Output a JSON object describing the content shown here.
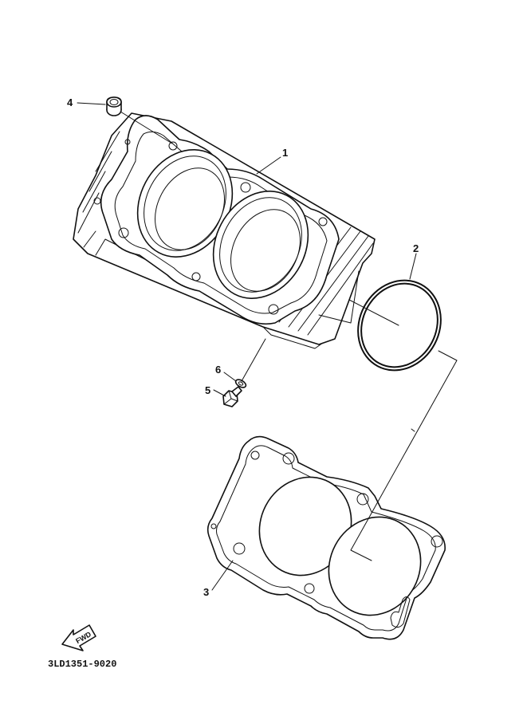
{
  "callouts": [
    {
      "id": "1",
      "label": "1"
    },
    {
      "id": "2",
      "label": "2"
    },
    {
      "id": "3",
      "label": "3"
    },
    {
      "id": "4",
      "label": "4"
    },
    {
      "id": "5",
      "label": "5"
    },
    {
      "id": "6",
      "label": "6"
    }
  ],
  "forward_arrow_label": "FWD",
  "diagram_code": "3LD1351-9020"
}
